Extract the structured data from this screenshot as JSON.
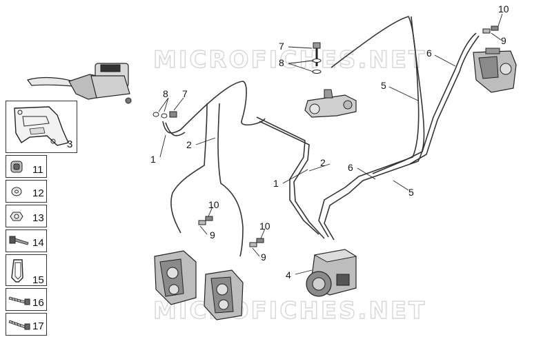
{
  "watermark": "MICROFICHES.NET",
  "side_panel": {
    "items": [
      {
        "number": "3",
        "icon": "bracket-icon"
      },
      {
        "number": "11",
        "icon": "grommet-icon"
      },
      {
        "number": "12",
        "icon": "washer-icon"
      },
      {
        "number": "13",
        "icon": "nut-icon"
      },
      {
        "number": "14",
        "icon": "bolt-icon"
      },
      {
        "number": "15",
        "icon": "clip-icon"
      },
      {
        "number": "16",
        "icon": "screw-icon"
      },
      {
        "number": "17",
        "icon": "screw-icon"
      }
    ]
  },
  "callouts": [
    "1",
    "2",
    "7",
    "8",
    "1",
    "2",
    "6",
    "5",
    "7",
    "8",
    "5",
    "6",
    "10",
    "9",
    "10",
    "9",
    "10",
    "9",
    "4"
  ],
  "colors": {
    "line": "#222222",
    "hose": "#333333",
    "watermark": "#d6d6d6"
  }
}
